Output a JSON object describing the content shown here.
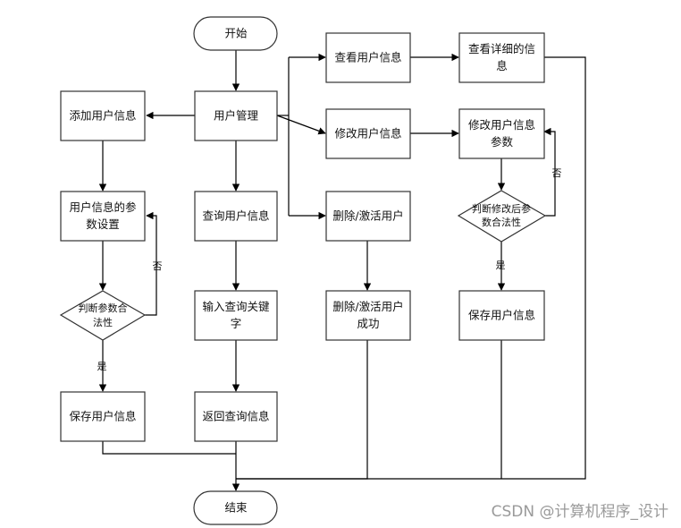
{
  "nodes": {
    "start": "开始",
    "user_mgmt": "用户管理",
    "add_user": "添加用户信息",
    "param_setting": [
      "用户信息的参",
      "数设置"
    ],
    "check_param": [
      "判断参数合",
      "法性"
    ],
    "save_user_left": "保存用户信息",
    "query_user": "查询用户信息",
    "input_keyword": [
      "输入查询关键",
      "字"
    ],
    "return_query": "返回查询信息",
    "view_user": "查看用户信息",
    "view_detail": [
      "查看详细的信",
      "息"
    ],
    "modify_user": "修改用户信息",
    "modify_param": [
      "修改用户信息",
      "参数"
    ],
    "check_modify": [
      "判断修改后参",
      "数合法性"
    ],
    "save_user_right": "保存用户信息",
    "delete_activate": "删除/激活用户",
    "delete_success": [
      "删除/激活用户",
      "成功"
    ],
    "end": "结束"
  },
  "edge_labels": {
    "left_no": "否",
    "left_yes": "是",
    "right_no": "否",
    "right_yes": "是"
  },
  "watermark": "CSDN @计算机程序_设计"
}
